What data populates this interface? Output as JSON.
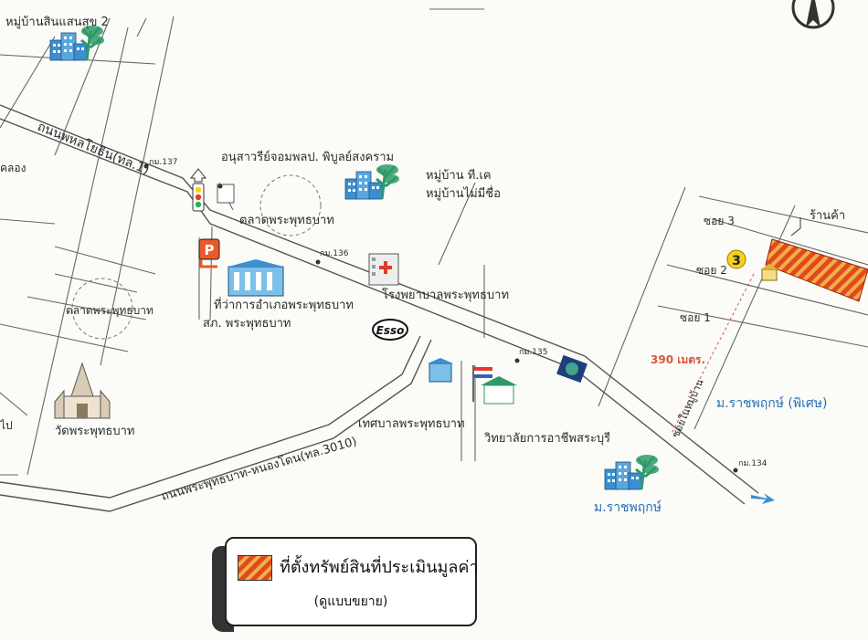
{
  "map": {
    "roads": {
      "main": "ถนนพหลโยธิน(ทล.1)",
      "secondary": "ถนนพระพุทธบาท-หนองโดน(ทล.3010)",
      "soi_3": "ซอย 3",
      "soi_2": "ซอย 2",
      "soi_1": "ซอย 1",
      "side_road": "ซอยในหมู่บ้าน"
    },
    "km_markers": [
      "กม.137",
      "กม.136",
      "กม.135",
      "กม.134"
    ],
    "places": {
      "village_top": "หมู่บ้านสินแสนสุข 2",
      "monument": "อนุสาวรีย์จอมพลป. พิบูลย์สงคราม",
      "village_tk": "หมู่บ้าน ที.เค",
      "village_maimsue": "หมู่บ้านไม่มีชื่อ",
      "market": "ตลาดพระพุทธบาท",
      "district_office": "ที่ว่าการอำเภอพระพุทธบาท",
      "police": "สภ. พระพุทธบาท",
      "hospital": "โรงพยาบาลพระพุทธบาท",
      "market_left": "ตลาดพระพุทธบาท",
      "temple": "วัดพระพุทธบาท",
      "municipality": "เทศบาลพระพุทธบาท",
      "college": "วิทยาลัยการอาชีพสระบุรี",
      "village_ratchaphruek": "ม.ราชพฤกษ์",
      "village_ratchaphruek_special": "ม.ราชพฤกษ์ (พิเศษ)",
      "shop": "ร้านค้า",
      "left_edge_1": "คลอง",
      "left_edge_2": "ไป"
    },
    "distance": "390 เมตร.",
    "marker_number": "3",
    "parking_letter": "P",
    "esso": "Esso"
  },
  "legend": {
    "title": "ที่ตั้งทรัพย์สินที่ประเมินมูลค่า",
    "subtitle": "(ดูแบบขยาย)"
  },
  "colors": {
    "subject_fill": "#e3491f",
    "subject_stripe": "#f0b04a",
    "marker_yellow": "#f3d21b",
    "label_blue": "#2a6fb6",
    "distance_red": "#d8563a",
    "building_blue": "#3b8fd0",
    "tree_green": "#2f9a68"
  },
  "icons": [
    "compass-icon",
    "traffic-light-icon",
    "parking-icon",
    "hospital-icon",
    "esso-icon",
    "temple-icon",
    "flag-icon",
    "village-icon",
    "shop-icon",
    "gas-station-icon",
    "arrow-icon"
  ]
}
